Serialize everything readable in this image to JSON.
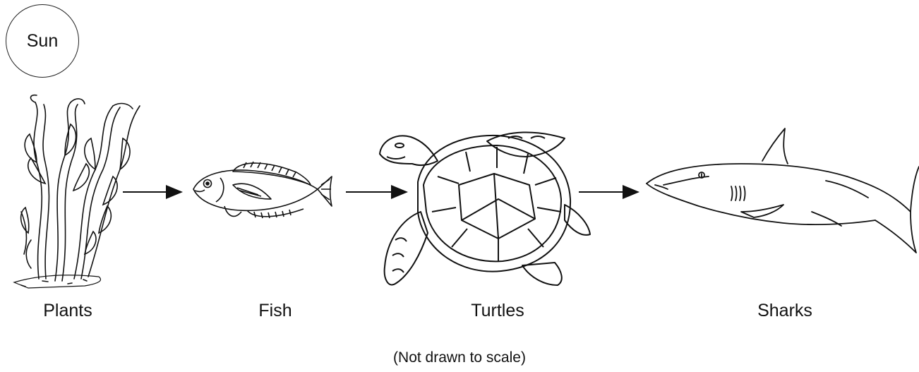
{
  "diagram": {
    "source": "Sun",
    "organisms": [
      {
        "name": "Plants",
        "icon": "kelp-plant-icon"
      },
      {
        "name": "Fish",
        "icon": "fish-icon"
      },
      {
        "name": "Turtles",
        "icon": "sea-turtle-icon"
      },
      {
        "name": "Sharks",
        "icon": "shark-icon"
      }
    ],
    "note": "(Not drawn to scale)",
    "colors": {
      "ink": "#111111",
      "background": "#ffffff"
    }
  }
}
